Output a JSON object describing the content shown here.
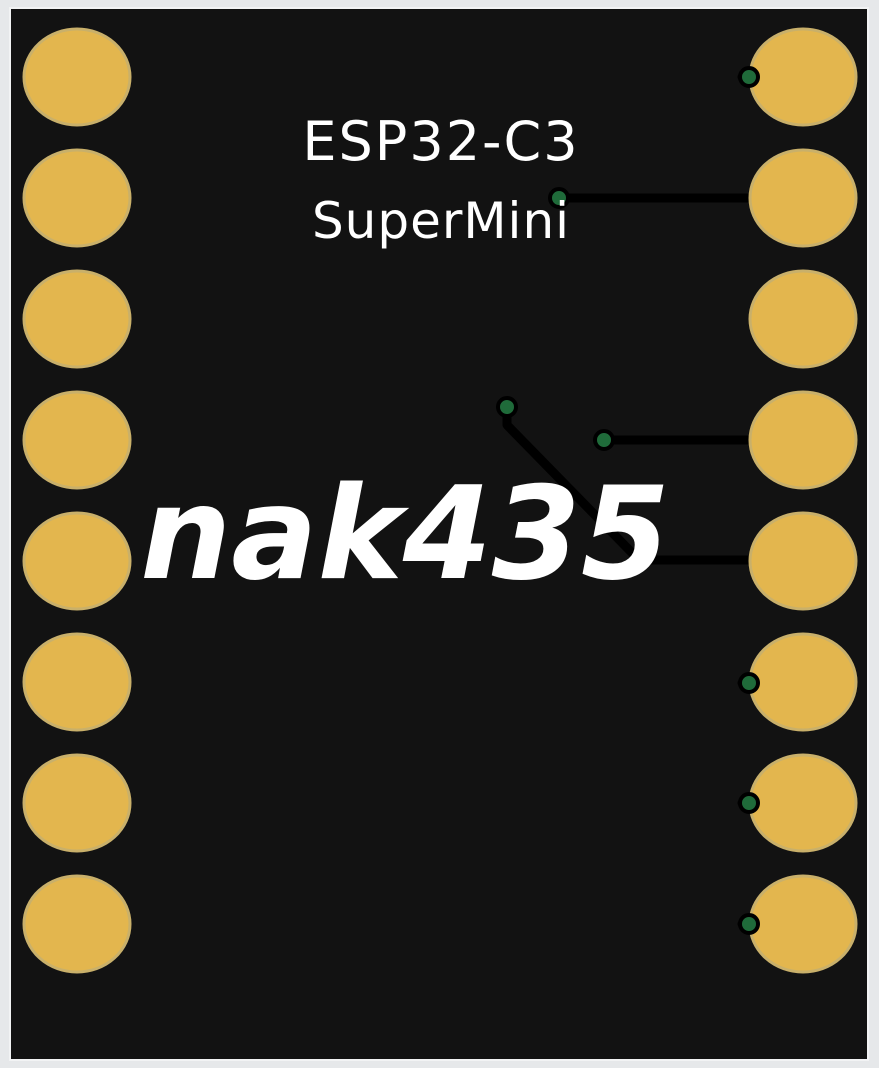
{
  "silkscreen": {
    "module_line1": "ESP32-C3",
    "module_line2": "SuperMini",
    "signature": "nak435"
  },
  "pads": {
    "left_count": 8,
    "right_count": 8
  },
  "colors": {
    "board": "#121212",
    "pad_fill": "#e3b64e",
    "pad_ring": "#c9b06a",
    "via": "#1f6b3a",
    "trace": "#000000",
    "silkscreen": "#ffffff",
    "background": "#e6e8ea"
  }
}
